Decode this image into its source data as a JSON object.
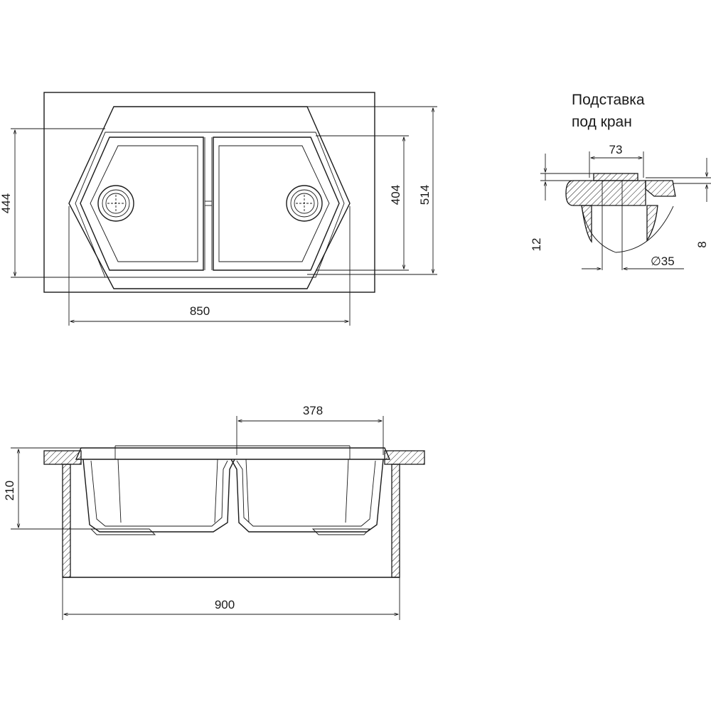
{
  "title_lines": [
    "Подставка",
    "под кран"
  ],
  "dimensions": {
    "top_width": "850",
    "top_height_outer": "444",
    "bowl_height": "404",
    "total_depth": "514",
    "tap_width": "73",
    "tap_thickness_left": "12",
    "tap_thickness_right": "8",
    "tap_hole": "∅35",
    "bowl_width": "378",
    "sink_depth": "210",
    "cabinet_width": "900"
  }
}
